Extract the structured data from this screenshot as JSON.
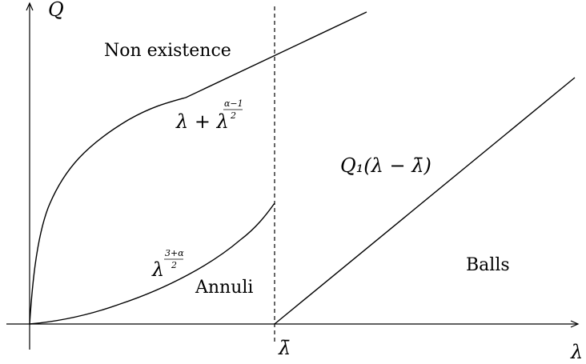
{
  "axes": {
    "x_label": "λ",
    "y_label": "Q",
    "x_marker_label": "λ̄"
  },
  "regions": {
    "top": "Non existence",
    "middle": "Annuli",
    "right": "Balls"
  },
  "curves": {
    "upper": {
      "base": "λ + λ",
      "exponent_num": "α−1",
      "exponent_den": "2"
    },
    "lower": {
      "base": "λ",
      "exponent_num": "3+α",
      "exponent_den": "2"
    },
    "line": {
      "label": "Q₁(λ − λ̄)"
    }
  }
}
